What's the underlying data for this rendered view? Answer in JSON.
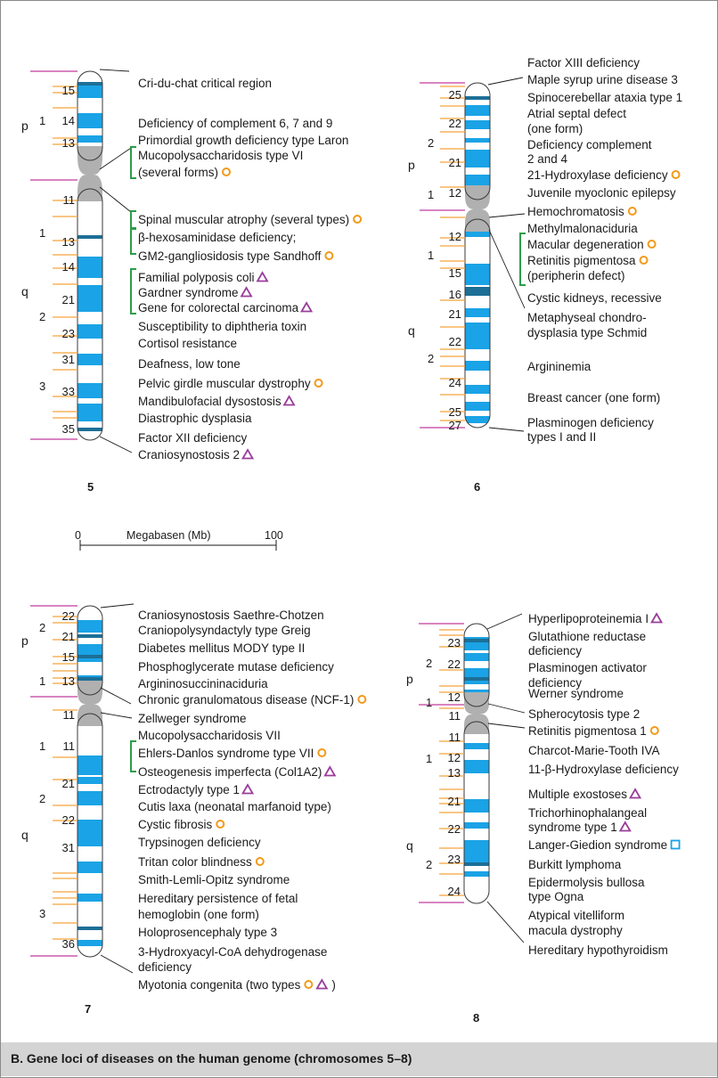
{
  "caption": "B. Gene loci of diseases on the human genome (chromosomes 5–8)",
  "colors": {
    "euchromatin": "#1aa3e6",
    "centromere": "#b0b0b0",
    "band_tick": "#f5a33a",
    "locus_line": "#c23a9e",
    "bracket": "#2e9c4a",
    "mitochondrial_circle": "#f29a1a",
    "triangle": "#9a3c9a",
    "square": "#1aa3e6"
  },
  "icons": {
    "circle": "orange-circle-icon",
    "triangle": "purple-triangle-icon",
    "square": "blue-square-icon"
  },
  "scale": {
    "min": "0",
    "max": "100",
    "label": "Megabasen (Mb)"
  },
  "chromosomes": [
    {
      "id": "5",
      "label": "5",
      "arms": [
        "p",
        "q"
      ],
      "regions": [
        "1",
        "1",
        "2",
        "3"
      ],
      "bands": [
        "15",
        "14",
        "13",
        "11",
        "13",
        "14",
        "21",
        "23",
        "31",
        "33",
        "35"
      ],
      "diseases": [
        {
          "text": "Cri-du-chat critical region"
        },
        {
          "text": "Deficiency of complement 6, 7 and 9"
        },
        {
          "text": "Primordial growth deficiency type Laron"
        },
        {
          "text": "Mucopolysaccharidosis type VI"
        },
        {
          "text": "(several forms)",
          "mark": "circle"
        },
        {
          "text": "Spinal muscular atrophy (several types)",
          "mark": "circle"
        },
        {
          "text": "β-hexosaminidase deficiency;"
        },
        {
          "text": "GM2-gangliosidosis type Sandhoff",
          "mark": "circle"
        },
        {
          "text": "Familial polyposis coli",
          "mark": "triangle"
        },
        {
          "text": "Gardner syndrome",
          "mark": "triangle"
        },
        {
          "text": "Gene for colorectal carcinoma",
          "mark": "triangle"
        },
        {
          "text": "Susceptibility to diphtheria toxin"
        },
        {
          "text": "Cortisol resistance"
        },
        {
          "text": "Deafness, low tone"
        },
        {
          "text": "Pelvic girdle muscular dystrophy",
          "mark": "circle"
        },
        {
          "text": "Mandibulofacial dysostosis",
          "mark": "triangle"
        },
        {
          "text": "Diastrophic dysplasia"
        },
        {
          "text": "Factor XII deficiency"
        },
        {
          "text": "Craniosynostosis 2",
          "mark": "triangle"
        }
      ]
    },
    {
      "id": "6",
      "label": "6",
      "arms": [
        "p",
        "q"
      ],
      "regions": [
        "2",
        "1",
        "1",
        "2"
      ],
      "bands": [
        "25",
        "22",
        "21",
        "12",
        "12",
        "15",
        "16",
        "21",
        "22",
        "24",
        "25",
        "27"
      ],
      "diseases": [
        {
          "text": "Factor XIII deficiency"
        },
        {
          "text": "Maple syrup urine disease 3"
        },
        {
          "text": "Spinocerebellar ataxia type 1"
        },
        {
          "text": "Atrial septal defect"
        },
        {
          "text": "(one form)"
        },
        {
          "text": "Deficiency complement"
        },
        {
          "text": "2 and 4"
        },
        {
          "text": "21-Hydroxylase deficiency",
          "mark": "circle"
        },
        {
          "text": "Juvenile myoclonic epilepsy"
        },
        {
          "text": "Hemochromatosis",
          "mark": "circle"
        },
        {
          "text": "Methylmalonaciduria"
        },
        {
          "text": "Macular degeneration",
          "mark": "circle"
        },
        {
          "text": "Retinitis pigmentosa",
          "mark": "circle"
        },
        {
          "text": "(peripherin defect)"
        },
        {
          "text": "Cystic kidneys, recessive"
        },
        {
          "text": "Metaphyseal chondro-"
        },
        {
          "text": "dysplasia type Schmid"
        },
        {
          "text": "Argininemia"
        },
        {
          "text": "Breast cancer (one form)"
        },
        {
          "text": "Plasminogen deficiency"
        },
        {
          "text": "types I and II"
        }
      ]
    },
    {
      "id": "7",
      "label": "7",
      "arms": [
        "p",
        "q"
      ],
      "regions": [
        "2",
        "1",
        "1",
        "2",
        "3"
      ],
      "bands": [
        "22",
        "21",
        "15",
        "13",
        "11",
        "11",
        "21",
        "22",
        "31",
        "36"
      ],
      "diseases": [
        {
          "text": "Craniosynostosis Saethre-Chotzen"
        },
        {
          "text": "Craniopolysyndactyly type Greig"
        },
        {
          "text": "Diabetes mellitus MODY type II"
        },
        {
          "text": "Phosphoglycerate mutase deficiency"
        },
        {
          "text": "Argininosuccininaciduria"
        },
        {
          "text": "Chronic granulomatous disease (NCF-1)",
          "mark": "circle"
        },
        {
          "text": "Zellweger syndrome"
        },
        {
          "text": "Mucopolysaccharidosis VII"
        },
        {
          "text": "Ehlers-Danlos syndrome type VII",
          "mark": "circle"
        },
        {
          "text": "Osteogenesis imperfecta (Col1A2)",
          "mark": "triangle"
        },
        {
          "text": "Ectrodactyly type 1",
          "mark": "triangle"
        },
        {
          "text": "Cutis laxa (neonatal marfanoid type)"
        },
        {
          "text": "Cystic fibrosis",
          "mark": "circle"
        },
        {
          "text": "Trypsinogen deficiency"
        },
        {
          "text": "Tritan color blindness",
          "mark": "circle"
        },
        {
          "text": "Smith-Lemli-Opitz syndrome"
        },
        {
          "text": "Hereditary persistence of fetal"
        },
        {
          "text": "hemoglobin (one form)"
        },
        {
          "text": "Holoprosencephaly type 3"
        },
        {
          "text": "3-Hydroxyacyl-CoA dehydrogenase"
        },
        {
          "text": "deficiency"
        },
        {
          "text": "Myotonia congenita (two types",
          "mark": "circle+triangle",
          "suffix": ")"
        }
      ]
    },
    {
      "id": "8",
      "label": "8",
      "arms": [
        "p",
        "q"
      ],
      "regions": [
        "2",
        "1",
        "1",
        "2"
      ],
      "bands": [
        "23",
        "22",
        "12",
        "11",
        "11",
        "12",
        "13",
        "21",
        "22",
        "23",
        "24"
      ],
      "diseases": [
        {
          "text": "Hyperlipoproteinemia I",
          "mark": "triangle"
        },
        {
          "text": "Glutathione reductase"
        },
        {
          "text": "deficiency"
        },
        {
          "text": "Plasminogen activator"
        },
        {
          "text": "deficiency"
        },
        {
          "text": "Werner syndrome"
        },
        {
          "text": "Spherocytosis type 2"
        },
        {
          "text": "Retinitis pigmentosa 1",
          "mark": "circle"
        },
        {
          "text": "Charcot-Marie-Tooth IVA"
        },
        {
          "text": "11-β-Hydroxylase deficiency"
        },
        {
          "text": "Multiple exostoses",
          "mark": "triangle"
        },
        {
          "text": "Trichorhinophalangeal"
        },
        {
          "text": "syndrome type 1",
          "mark": "triangle"
        },
        {
          "text": "Langer-Giedion syndrome",
          "mark": "square"
        },
        {
          "text": "Burkitt lymphoma"
        },
        {
          "text": "Epidermolysis bullosa"
        },
        {
          "text": "type Ogna"
        },
        {
          "text": "Atypical vitelliform"
        },
        {
          "text": "macula dystrophy"
        },
        {
          "text": "Hereditary hypothyroidism"
        }
      ]
    }
  ]
}
